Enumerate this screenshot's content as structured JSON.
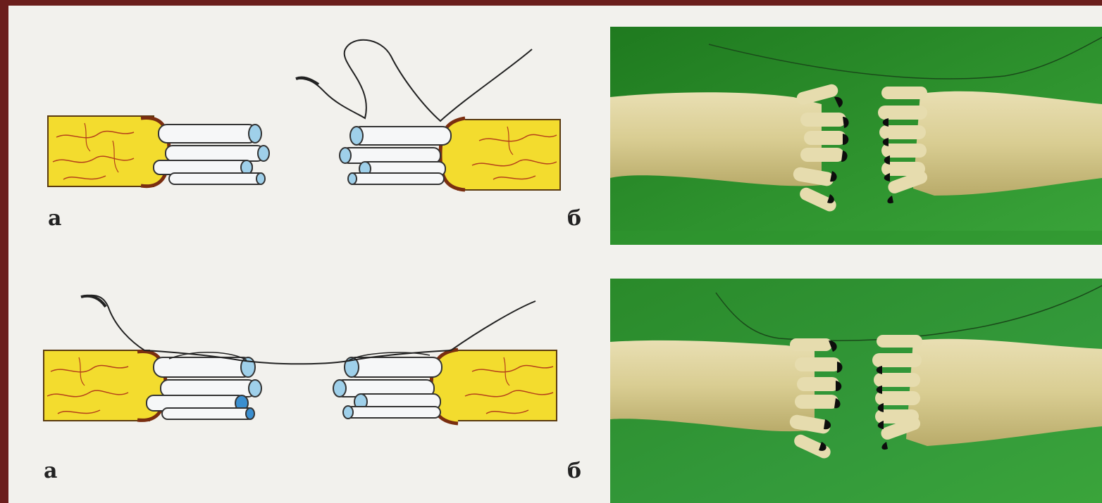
{
  "labels": {
    "top_left": "а",
    "top_right": "б",
    "bottom_left": "а",
    "bottom_right": "б"
  },
  "colors": {
    "frame": "#6b1e1c",
    "paper": "#f2f1ed",
    "nerve_sheath": "#f3dc2e",
    "nerve_vein": "#b5401a",
    "fascicle": "#f6f7f8",
    "fascicle_end": "#9fd0ea",
    "photo_bg": "#2e8b2e"
  }
}
